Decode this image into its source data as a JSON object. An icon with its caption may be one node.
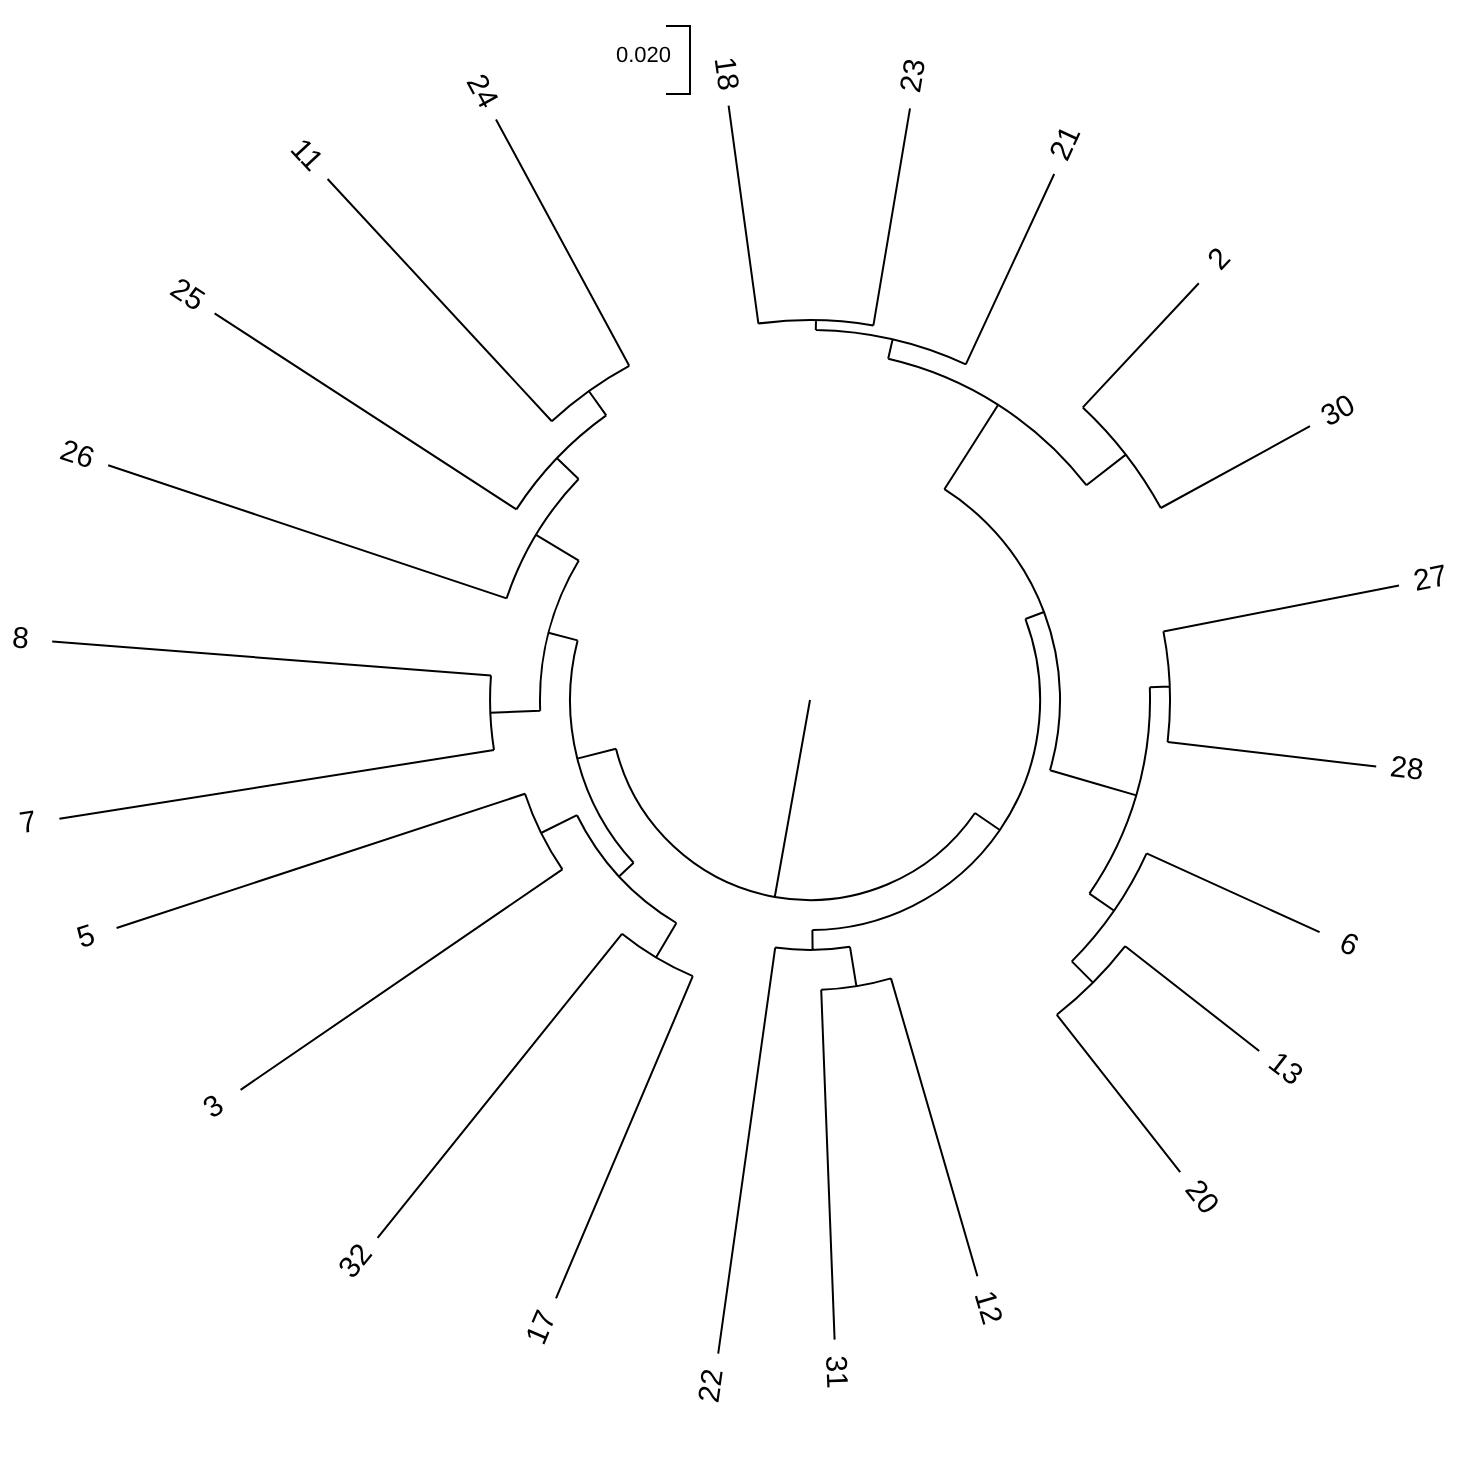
{
  "diagram": {
    "labels": [
      "0.020",
      "18",
      "23",
      "21",
      "2",
      "30",
      "27",
      "28",
      "6",
      "13",
      "20",
      "12",
      "31",
      "22",
      "17",
      "32",
      "3",
      "5",
      "7",
      "8",
      "26",
      "25",
      "11",
      "24"
    ]
  }
}
